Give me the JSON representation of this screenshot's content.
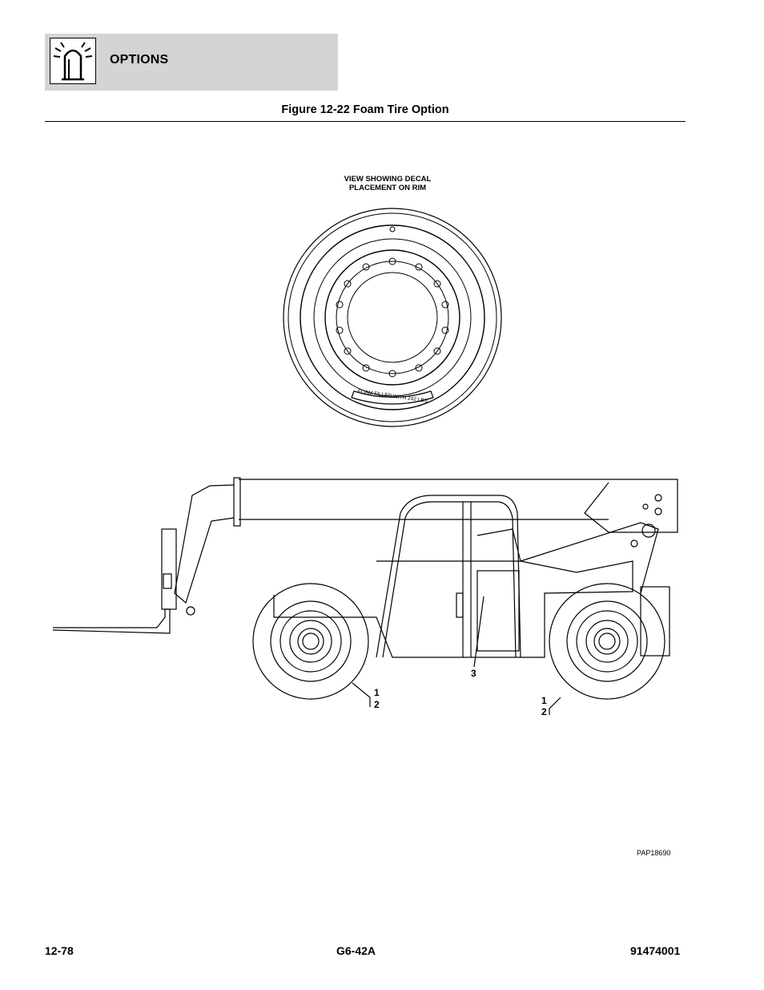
{
  "header": {
    "section_title": "OPTIONS",
    "icon": "options-beacon-icon"
  },
  "figure": {
    "title": "Figure 12-22 Foam Tire Option",
    "view_label_line1": "VIEW SHOWING DECAL",
    "view_label_line2": "PLACEMENT ON RIM",
    "decal_text": "FOAM FILLED WITH 242 LBS.",
    "reference_code": "PAP18690"
  },
  "callouts": {
    "front_wheel_1": "1",
    "front_wheel_2": "2",
    "rear_wheel_1": "1",
    "rear_wheel_2": "2",
    "cab_3": "3"
  },
  "footer": {
    "page_number": "12-78",
    "model": "G6-42A",
    "doc_number": "91474001"
  },
  "colors": {
    "header_bg": "#d4d4d4",
    "line": "#000000"
  }
}
